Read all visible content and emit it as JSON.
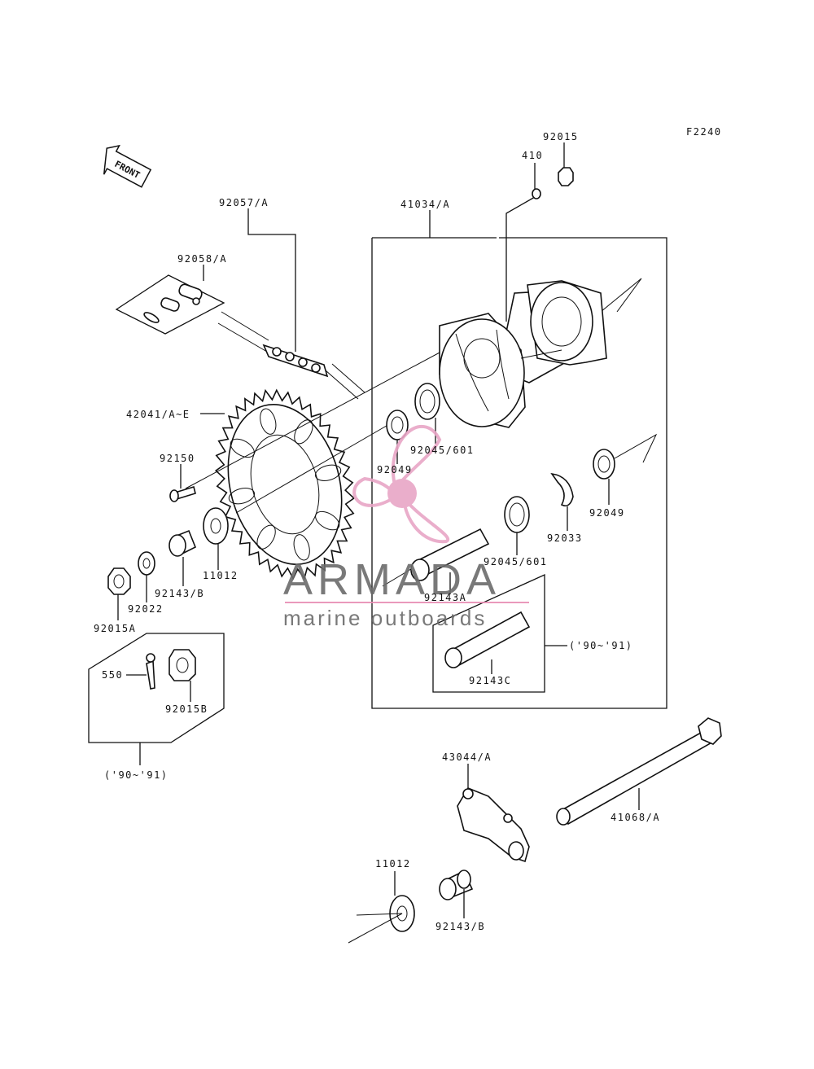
{
  "figure_code": "F2240",
  "front_label": "FRONT",
  "watermark": {
    "brand": "ARMADA",
    "tagline": "marine outboards",
    "colors": {
      "logo": "#e8a6c6",
      "text": "#6b6b6b",
      "rule": "#e88fb4"
    }
  },
  "parts": [
    {
      "id": "p92015",
      "label": "92015"
    },
    {
      "id": "p410",
      "label": "410"
    },
    {
      "id": "p92057",
      "label": "92057/A"
    },
    {
      "id": "p41034",
      "label": "41034/A"
    },
    {
      "id": "p92058",
      "label": "92058/A"
    },
    {
      "id": "p42041",
      "label": "42041/A~E"
    },
    {
      "id": "p92150",
      "label": "92150"
    },
    {
      "id": "p92045a",
      "label": "92045/601"
    },
    {
      "id": "p92049a",
      "label": "92049"
    },
    {
      "id": "p92049b",
      "label": "92049"
    },
    {
      "id": "p92033",
      "label": "92033"
    },
    {
      "id": "p92045b",
      "label": "92045/601"
    },
    {
      "id": "p11012a",
      "label": "11012"
    },
    {
      "id": "p92143a",
      "label": "92143/B"
    },
    {
      "id": "p92022",
      "label": "92022"
    },
    {
      "id": "p92015A",
      "label": "92015A"
    },
    {
      "id": "p92143A",
      "label": "92143A"
    },
    {
      "id": "pyear1",
      "label": "('90~'91)"
    },
    {
      "id": "p92143C",
      "label": "92143C"
    },
    {
      "id": "p550",
      "label": "550"
    },
    {
      "id": "p92015B",
      "label": "92015B"
    },
    {
      "id": "pyear2",
      "label": "('90~'91)"
    },
    {
      "id": "p43044",
      "label": "43044/A"
    },
    {
      "id": "p41068",
      "label": "41068/A"
    },
    {
      "id": "p11012b",
      "label": "11012"
    },
    {
      "id": "p92143b",
      "label": "92143/B"
    }
  ]
}
